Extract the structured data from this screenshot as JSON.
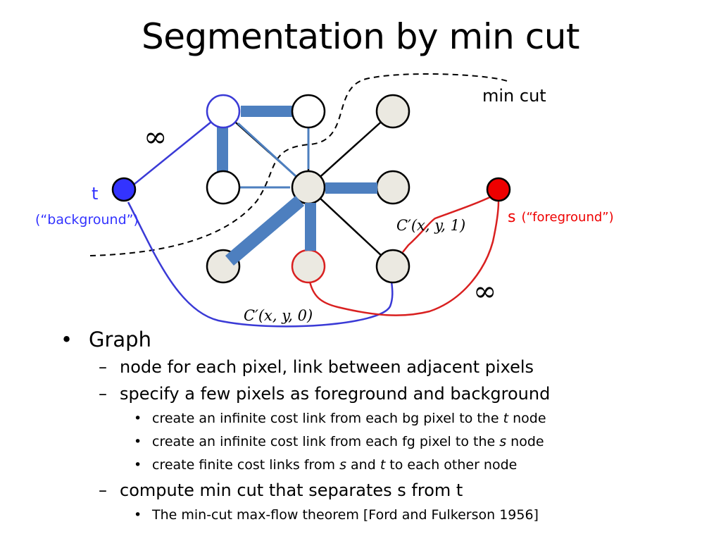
{
  "title": "Segmentation by min cut",
  "diagram": {
    "min_cut_label": "min cut",
    "t_label": "t",
    "t_sub_label": "(“background”)",
    "s_label": "s",
    "s_sub_label": "(“foreground”)",
    "infinity_symbol": "∞",
    "cost_label_1": "C′(x, y, 1)",
    "cost_label_0": "C′(x, y, 0)",
    "colors": {
      "t_terminal": "#3333ff",
      "s_terminal": "#ee0000",
      "link_blue": "#3a3ad6",
      "link_red": "#d92020",
      "thick_link": "#4d7fbf",
      "node_fill": "#ebe9e1"
    }
  },
  "bullets": {
    "graph": "Graph",
    "node_each_pixel": "node for each pixel, link between adjacent pixels",
    "specify_pixels": "specify a few pixels as foreground and background",
    "bg_prefix": "create an infinite cost link from each bg pixel to the ",
    "bg_var": "t",
    "bg_suffix": " node",
    "fg_prefix": "create an infinite cost link from each fg pixel to the ",
    "fg_var": "s",
    "fg_suffix": " node",
    "finite_prefix": "create finite cost links from ",
    "finite_var_s": "s",
    "finite_and": " and ",
    "finite_var_t": "t",
    "finite_suffix": " to each other node",
    "compute_min_cut": "compute min cut that separates s from t",
    "theorem": "The min-cut max-flow theorem [Ford and Fulkerson 1956]"
  }
}
